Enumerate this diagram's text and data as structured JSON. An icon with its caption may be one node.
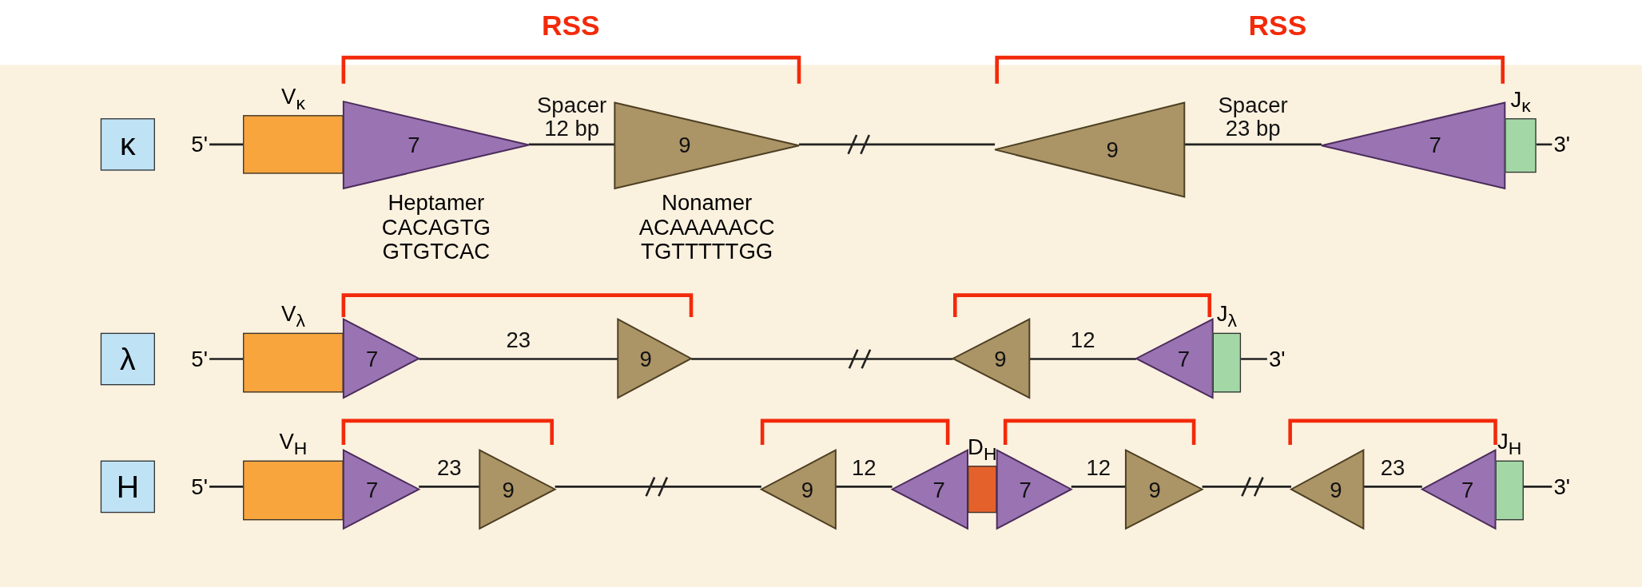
{
  "diagram": {
    "nodes": [
      {
        "text": [
          "κ"
        ]
      },
      {
        "text": [
          "V$_{κ}$"
        ]
      },
      {
        "text": [
          "7"
        ],
        "beside": [
          "Heptamer CACAGTG GTGTCAC"
        ]
      },
      {
        "text": [
          "9"
        ],
        "beside": [
          "Nonamer ACAAAAACC TGTTTTTGG"
        ]
      },
      {
        "text": [
          "9"
        ]
      },
      {
        "text": [
          "7"
        ]
      },
      {
        "text": [
          "J$_{κ}$"
        ]
      },
      {
        "text": [
          "λ"
        ]
      },
      {
        "text": [
          "V$_{λ}$"
        ]
      },
      {
        "text": [
          "7"
        ]
      },
      {
        "text": [
          "9"
        ]
      },
      {
        "text": [
          "9"
        ]
      },
      {
        "text": [
          "7"
        ]
      },
      {
        "text": [
          "J$_{λ}$"
        ]
      },
      {
        "text": [
          "H"
        ]
      },
      {
        "text": [
          "V$_{H}$"
        ]
      },
      {
        "text": [
          "7"
        ]
      },
      {
        "text": [
          "9"
        ]
      },
      {
        "text": [
          "9"
        ]
      },
      {
        "text": [
          "7"
        ]
      },
      {
        "text": [
          "D$_{H}$"
        ]
      },
      {
        "text": [
          "7"
        ]
      },
      {
        "text": [
          "9"
        ]
      },
      {
        "text": [
          "9"
        ]
      },
      {
        "text": [
          "7"
        ]
      },
      {
        "text": [
          "J$_{H}$"
        ]
      },
      {
        "text": [
          "5'"
        ]
      },
      {
        "text": [
          "3'"
        ]
      },
      {
        "text": [
          "5'"
        ]
      },
      {
        "text": [
          "3'"
        ]
      },
      {
        "text": [
          "5'"
        ]
      },
      {
        "text": [
          "3'"
        ]
      }
    ],
    "edges": [
      {
        "from": 26,
        "to": 1,
        "arrow": "none"
      },
      {
        "from": 2,
        "to": 3,
        "arrow": "none",
        "label": "Spacer 12 bp"
      },
      {
        "from": 3,
        "to": 4,
        "arrow": "none"
      },
      {
        "from": 4,
        "to": 5,
        "arrow": "none",
        "label": "Spacer 23 bp"
      },
      {
        "from": 6,
        "to": 27,
        "arrow": "none"
      },
      {
        "from": 28,
        "to": 8,
        "arrow": "none"
      },
      {
        "from": 9,
        "to": 10,
        "arrow": "none",
        "label": "23"
      },
      {
        "from": 10,
        "to": 11,
        "arrow": "none"
      },
      {
        "from": 11,
        "to": 12,
        "arrow": "none",
        "label": "12"
      },
      {
        "from": 13,
        "to": 29,
        "arrow": "none"
      },
      {
        "from": 30,
        "to": 15,
        "arrow": "none"
      },
      {
        "from": 16,
        "to": 17,
        "arrow": "none",
        "label": "23"
      },
      {
        "from": 17,
        "to": 18,
        "arrow": "none"
      },
      {
        "from": 18,
        "to": 19,
        "arrow": "none",
        "label": "12"
      },
      {
        "from": 21,
        "to": 22,
        "arrow": "none",
        "label": "12"
      },
      {
        "from": 22,
        "to": 23,
        "arrow": "none"
      },
      {
        "from": 23,
        "to": 24,
        "arrow": "none",
        "label": "23"
      },
      {
        "from": 25,
        "to": 31,
        "arrow": "none"
      }
    ],
    "labels": [
      "RSS",
      "RSS"
    ]
  }
}
